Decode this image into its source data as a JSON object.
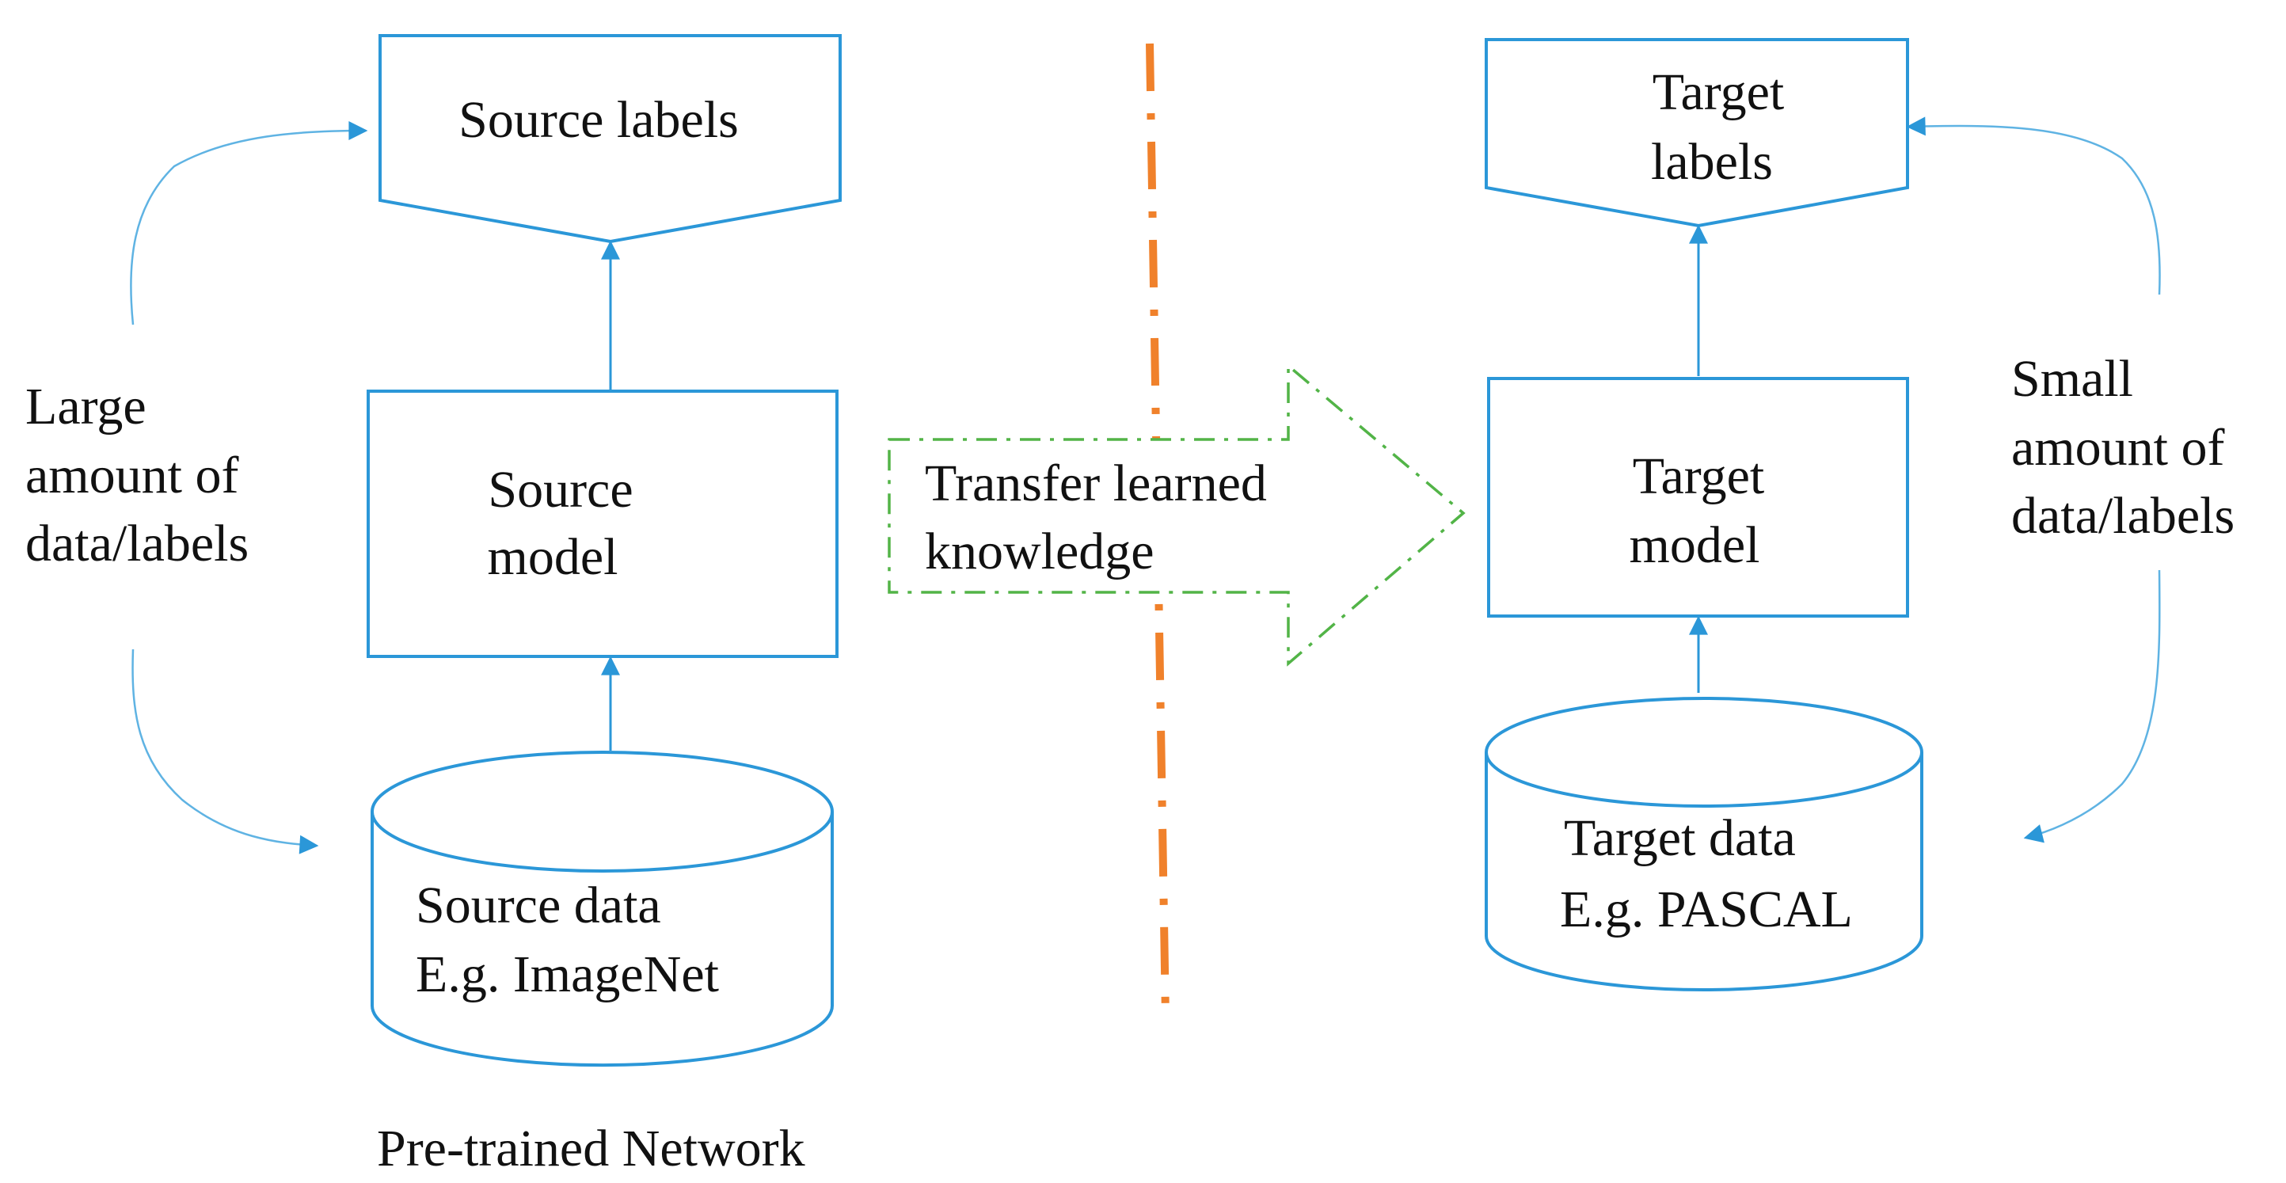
{
  "colors": {
    "box_stroke": "#2b97d8",
    "curve_stroke": "#5fb3e3",
    "divider": "#f0812b",
    "transfer_arrow": "#52b447",
    "text": "#111111",
    "background": "#ffffff"
  },
  "source": {
    "labels": "Source labels",
    "model_line1": "Source",
    "model_line2": "model",
    "data_line1": "Source data",
    "data_line2": "E.g. ImageNet",
    "side_line1": "Large",
    "side_line2": "amount of",
    "side_line3": "data/labels",
    "caption": "Pre-trained Network"
  },
  "transfer": {
    "line1": "Transfer learned",
    "line2": "knowledge"
  },
  "target": {
    "labels_line1": "Target",
    "labels_line2": "labels",
    "model_line1": "Target",
    "model_line2": "model",
    "data_line1": "Target data",
    "data_line2": "E.g. PASCAL",
    "side_line1": "Small",
    "side_line2": "amount of",
    "side_line3": "data/labels"
  }
}
